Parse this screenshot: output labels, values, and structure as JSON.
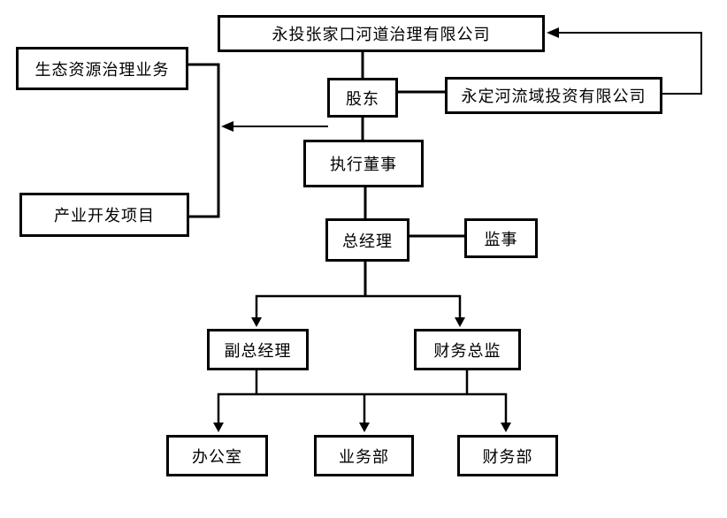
{
  "diagram": {
    "type": "organization-chart",
    "nodes": {
      "top_company": {
        "label": "永投张家口河道治理有限公司"
      },
      "eco_business": {
        "label": "生态资源治理业务"
      },
      "shareholder": {
        "label": "股东"
      },
      "investor_company": {
        "label": "永定河流域投资有限公司"
      },
      "exec_director": {
        "label": "执行董事"
      },
      "industry_project": {
        "label": "产业开发项目"
      },
      "general_manager": {
        "label": "总经理"
      },
      "supervisor": {
        "label": "监事"
      },
      "deputy_gm": {
        "label": "副总经理"
      },
      "finance_director": {
        "label": "财务总监"
      },
      "office": {
        "label": "办公室"
      },
      "business_dept": {
        "label": "业务部"
      },
      "finance_dept": {
        "label": "财务部"
      }
    },
    "edges": [
      {
        "from": "top_company",
        "to": "shareholder",
        "style": "line"
      },
      {
        "from": "shareholder",
        "to": "investor_company",
        "style": "line"
      },
      {
        "from": "investor_company",
        "to": "top_company",
        "style": "arrow"
      },
      {
        "from": "eco_business",
        "to": "industry_project",
        "style": "line"
      },
      {
        "from": "shareholder",
        "to": "left_branch",
        "style": "arrow-left"
      },
      {
        "from": "shareholder",
        "to": "exec_director",
        "style": "line"
      },
      {
        "from": "exec_director",
        "to": "general_manager",
        "style": "line"
      },
      {
        "from": "general_manager",
        "to": "supervisor",
        "style": "line"
      },
      {
        "from": "general_manager",
        "to": "deputy_gm",
        "style": "arrow"
      },
      {
        "from": "general_manager",
        "to": "finance_director",
        "style": "arrow"
      },
      {
        "from": "deputy_gm",
        "to": "office",
        "style": "arrow"
      },
      {
        "from": "deputy_gm",
        "to": "business_dept",
        "style": "arrow"
      },
      {
        "from": "finance_director",
        "to": "business_dept",
        "style": "arrow"
      },
      {
        "from": "finance_director",
        "to": "finance_dept",
        "style": "arrow"
      }
    ],
    "colors": {
      "line": "#000000",
      "box_border": "#000000",
      "box_background": "#ffffff",
      "text": "#000000",
      "page_background": "#ffffff"
    }
  }
}
